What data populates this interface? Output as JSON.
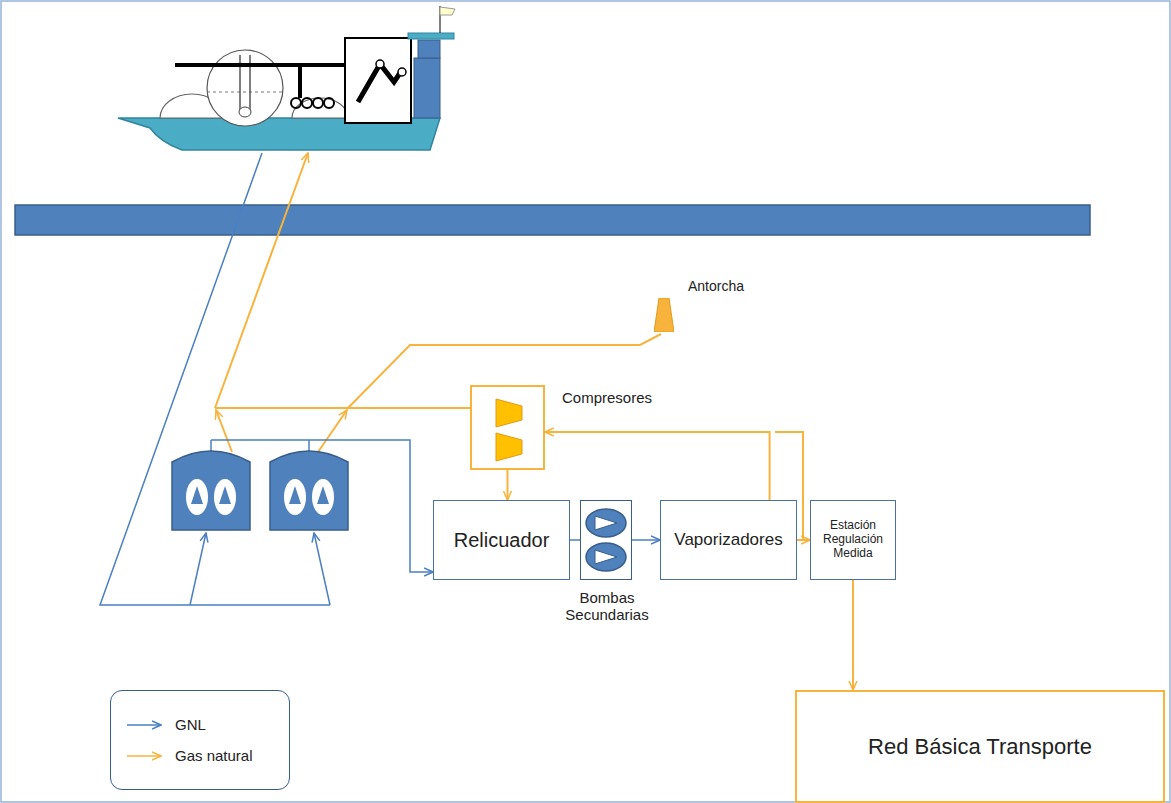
{
  "diagram": {
    "nodes": [
      {
        "text": [
          "Antorcha"
        ]
      },
      {
        "text": [
          "Compresores"
        ]
      },
      {
        "text": [
          "Relicuador"
        ]
      },
      {
        "text": [
          "Bombas Secundarias"
        ]
      },
      {
        "text": [
          "Vaporizadores"
        ]
      },
      {
        "text": [
          "Estación Regulación Medida"
        ]
      },
      {
        "text": [
          "Red Básica Transporte"
        ]
      }
    ],
    "edges": [
      {
        "from": 1,
        "to": 2,
        "arrow": "to"
      },
      {
        "from": 2,
        "to": 3,
        "arrow": "none"
      },
      {
        "from": 3,
        "to": 4,
        "arrow": "to"
      },
      {
        "from": 4,
        "to": 5,
        "arrow": "to"
      },
      {
        "from": 5,
        "to": 6,
        "arrow": "to"
      },
      {
        "from": 4,
        "to": 1,
        "arrow": "to"
      }
    ],
    "legend": [
      {
        "text": "GNL"
      },
      {
        "text": "Gas natural"
      }
    ]
  }
}
